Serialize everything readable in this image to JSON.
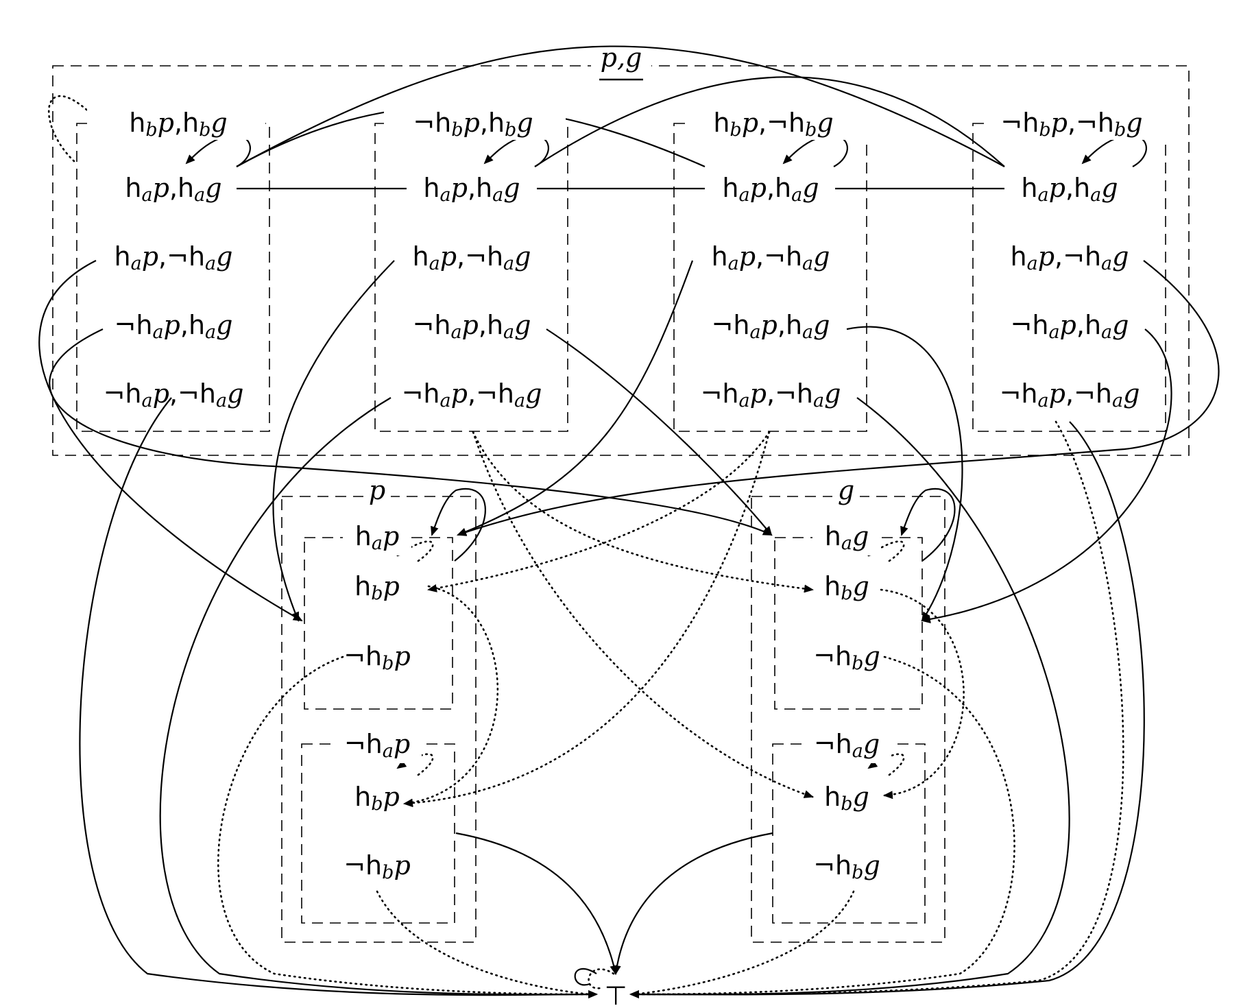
{
  "frames": {
    "top_label": "p,g",
    "left_label": "p",
    "right_label": "g"
  },
  "states": {
    "c1": [
      "h_b p, h_b g",
      "h_a p, h_a g",
      "h_a p, ¬h_a g",
      "¬h_a p, h_a g",
      "¬h_a p, ¬h_a g"
    ],
    "c2": [
      "¬h_b p, h_b g",
      "h_a p, h_a g",
      "h_a p, ¬h_a g",
      "¬h_a p, h_a g",
      "¬h_a p, ¬h_a g"
    ],
    "c3": [
      "h_b p, ¬h_b g",
      "h_a p, h_a g",
      "h_a p, ¬h_a g",
      "¬h_a p, h_a g",
      "¬h_a p, ¬h_a g"
    ],
    "c4": [
      "¬h_b p, ¬h_b g",
      "h_a p, h_a g",
      "h_a p, ¬h_a g",
      "¬h_a p, h_a g",
      "¬h_a p, ¬h_a g"
    ],
    "p_upper": [
      "h_a p",
      "h_b p",
      "¬h_b p"
    ],
    "p_lower": [
      "¬h_a p",
      "h_b p",
      "¬h_b p"
    ],
    "g_upper": [
      "h_a g",
      "h_b g",
      "¬h_b g"
    ],
    "g_lower": [
      "¬h_a g",
      "h_b g",
      "¬h_b g"
    ],
    "top": "⊤"
  }
}
